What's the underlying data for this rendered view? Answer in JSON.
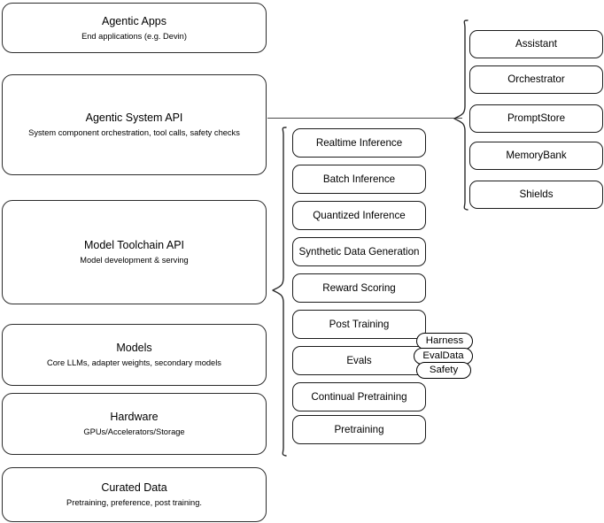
{
  "diagram": {
    "title": "AI stack layers diagram",
    "stroke_color": "#2b2b2b",
    "background_color": "#ffffff",
    "layers": [
      {
        "title": "Agentic Apps",
        "subtitle": "End applications (e.g. Devin)"
      },
      {
        "title": "Agentic System API",
        "subtitle": "System component orchestration, tool calls, safety checks"
      },
      {
        "title": "Model Toolchain API",
        "subtitle": "Model development & serving"
      },
      {
        "title": "Models",
        "subtitle": "Core LLMs, adapter weights, secondary models"
      },
      {
        "title": "Hardware",
        "subtitle": "GPUs/Accelerators/Storage"
      },
      {
        "title": "Curated Data",
        "subtitle": "Pretraining, preference, post training."
      }
    ],
    "toolchain_capabilities": [
      {
        "label": "Realtime Inference"
      },
      {
        "label": "Batch Inference"
      },
      {
        "label": "Quantized Inference"
      },
      {
        "label": "Synthetic Data Generation"
      },
      {
        "label": "Reward Scoring"
      },
      {
        "label": "Post Training"
      },
      {
        "label": "Evals"
      },
      {
        "label": "Continual Pretraining"
      },
      {
        "label": "Pretraining"
      }
    ],
    "evals_subcomponents": [
      {
        "label": "Harness"
      },
      {
        "label": "EvalData"
      },
      {
        "label": "Safety"
      }
    ],
    "system_components": [
      {
        "label": "Assistant"
      },
      {
        "label": "Orchestrator"
      },
      {
        "label": "PromptStore"
      },
      {
        "label": "MemoryBank"
      },
      {
        "label": "Shields"
      }
    ]
  }
}
